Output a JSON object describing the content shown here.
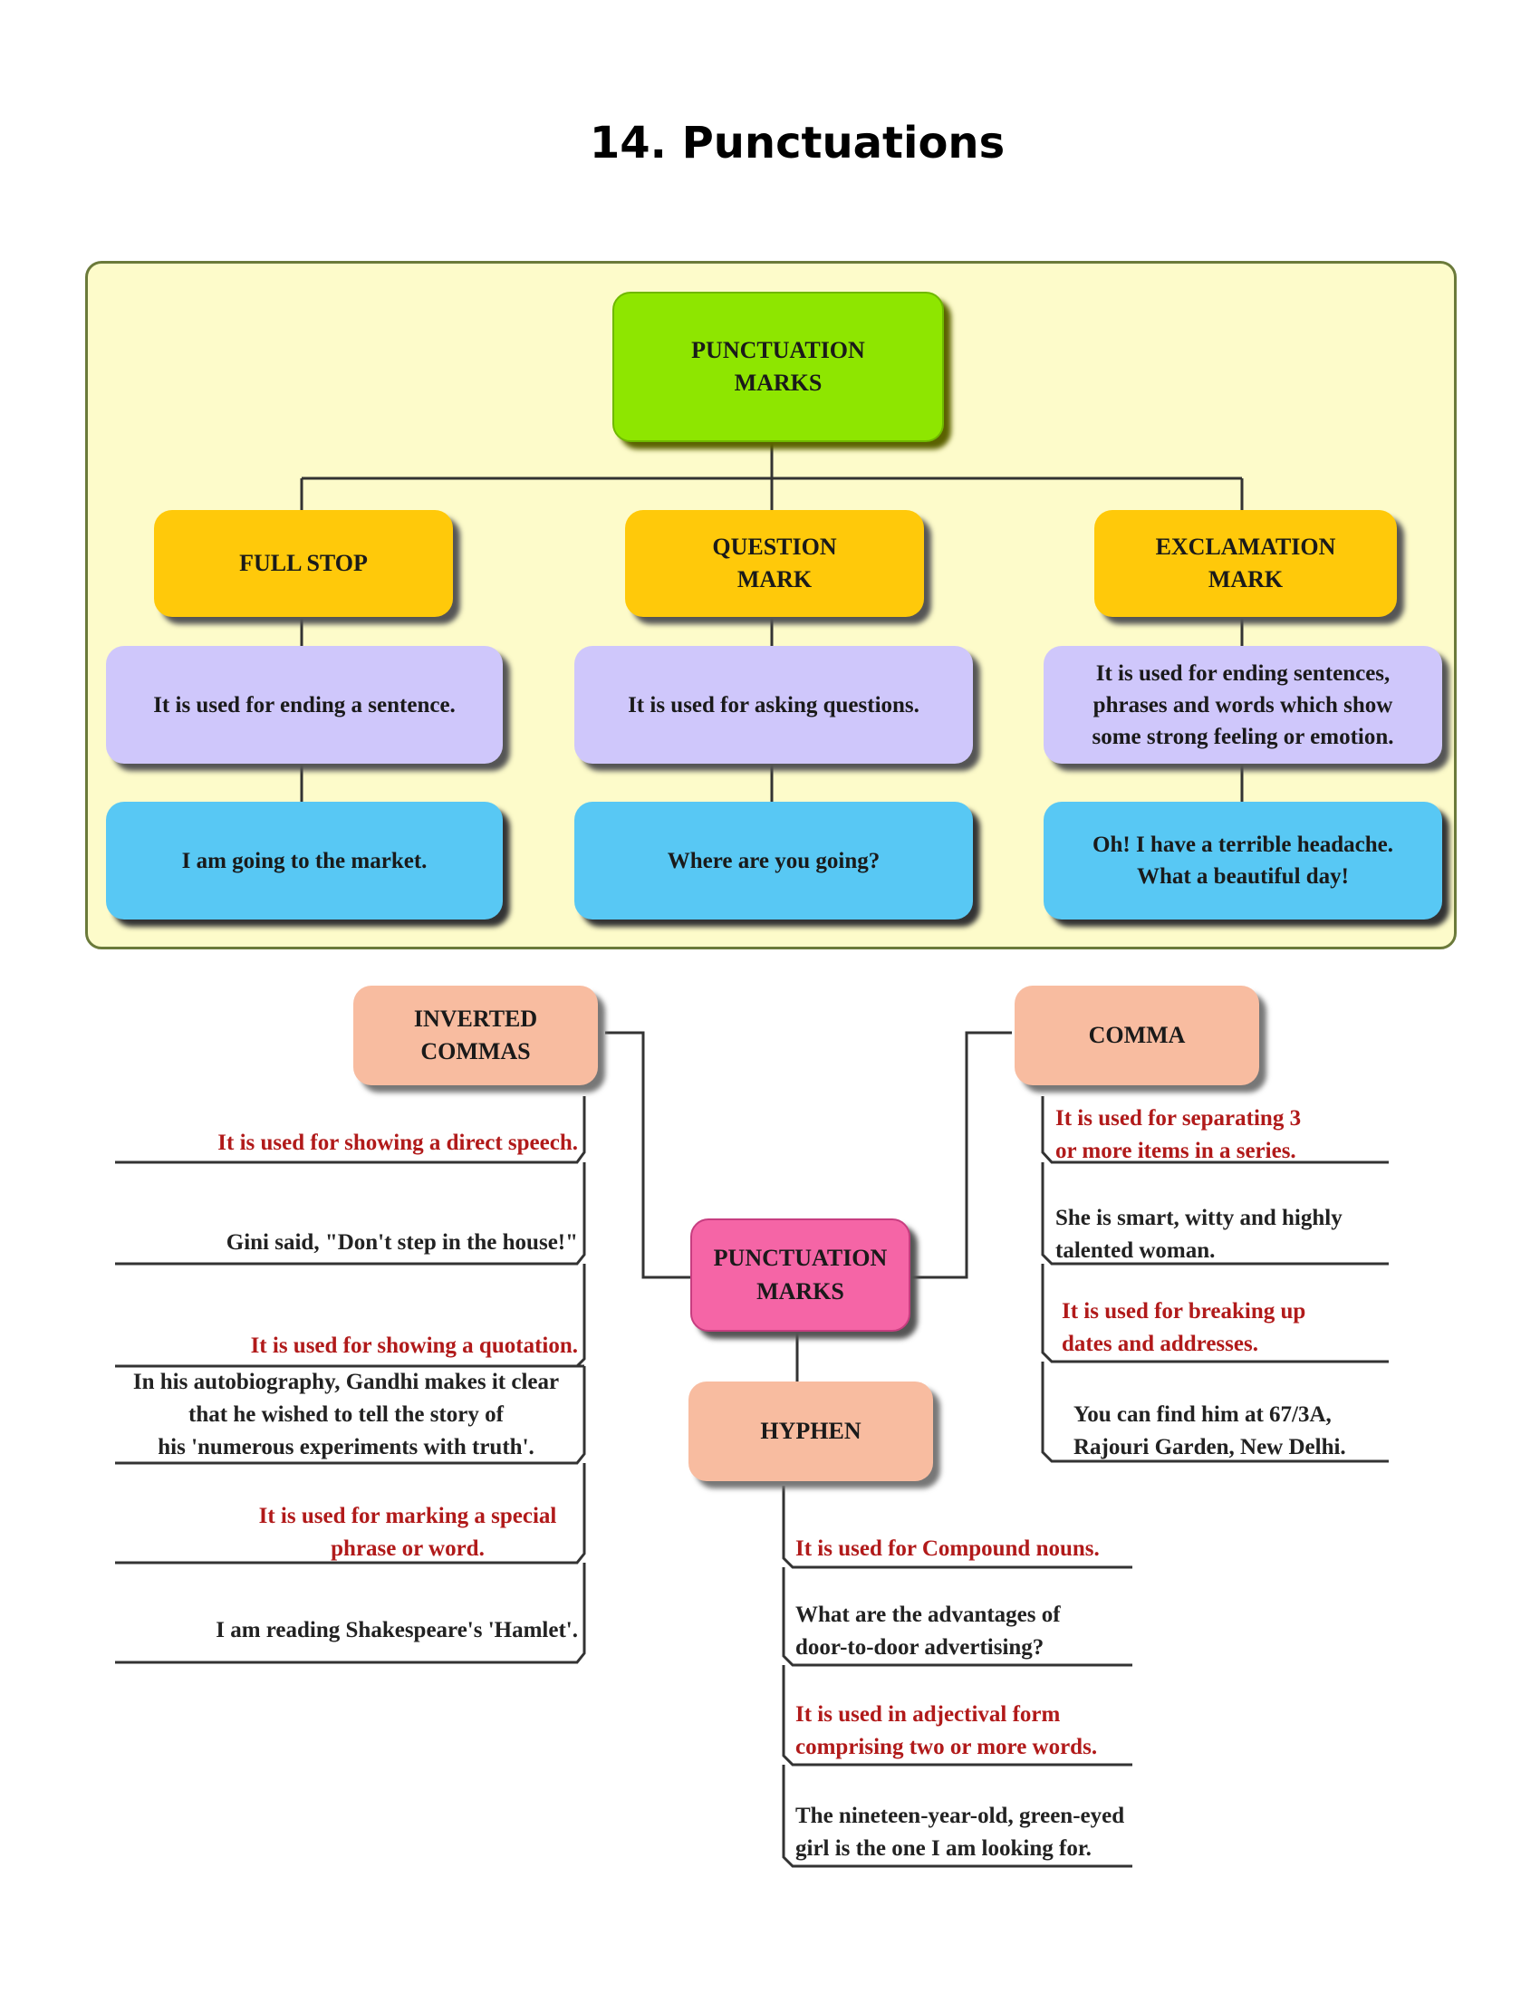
{
  "page_title": "14. Punctuations",
  "top": {
    "root": "PUNCTUATION\nMARKS",
    "columns": [
      {
        "name": "FULL STOP",
        "use": "It is used for ending a sentence.",
        "example": "I am going to the market."
      },
      {
        "name": "QUESTION\nMARK",
        "use": "It is used for asking questions.",
        "example": "Where are you going?"
      },
      {
        "name": "EXCLAMATION\nMARK",
        "use": "It is used for ending sentences,\nphrases and words which show\nsome strong feeling or emotion.",
        "example": "Oh! I have a terrible headache.\nWhat a beautiful day!"
      }
    ]
  },
  "bottom": {
    "center": "PUNCTUATION\nMARKS",
    "inverted_commas": {
      "name": "INVERTED\nCOMMAS",
      "items": [
        "It is used for showing a direct speech.",
        "Gini said, \"Don't step in the house!\"",
        "It is used for showing a quotation.",
        "In his autobiography, Gandhi makes it clear\nthat he wished to tell the story of\nhis 'numerous experiments with truth'.",
        "It is used for marking a special\nphrase or word.",
        "I am reading Shakespeare's 'Hamlet'."
      ]
    },
    "comma": {
      "name": "COMMA",
      "items": [
        "It is used for separating 3\nor more items in a series.",
        "She is smart, witty and highly\ntalented woman.",
        "It is used for breaking up\ndates and addresses.",
        "You can find him at 67/3A,\nRajouri Garden, New Delhi."
      ]
    },
    "hyphen": {
      "name": "HYPHEN",
      "items": [
        "It is used for Compound nouns.",
        "What are the advantages of\ndoor-to-door advertising?",
        "It is used in adjectival form\ncomprising two or more words.",
        "The nineteen-year-old, green-eyed\ngirl is the one I am looking for."
      ]
    }
  },
  "colors": {
    "panel_bg": "#fdfbca",
    "root_box": "#8ee600",
    "mark_box": "#ffc90a",
    "use_box": "#cfc7fb",
    "example_box": "#58c8f4",
    "center_box": "#f565a6",
    "category_box": "#f8bca0",
    "definition_text": "#b11a1a"
  }
}
